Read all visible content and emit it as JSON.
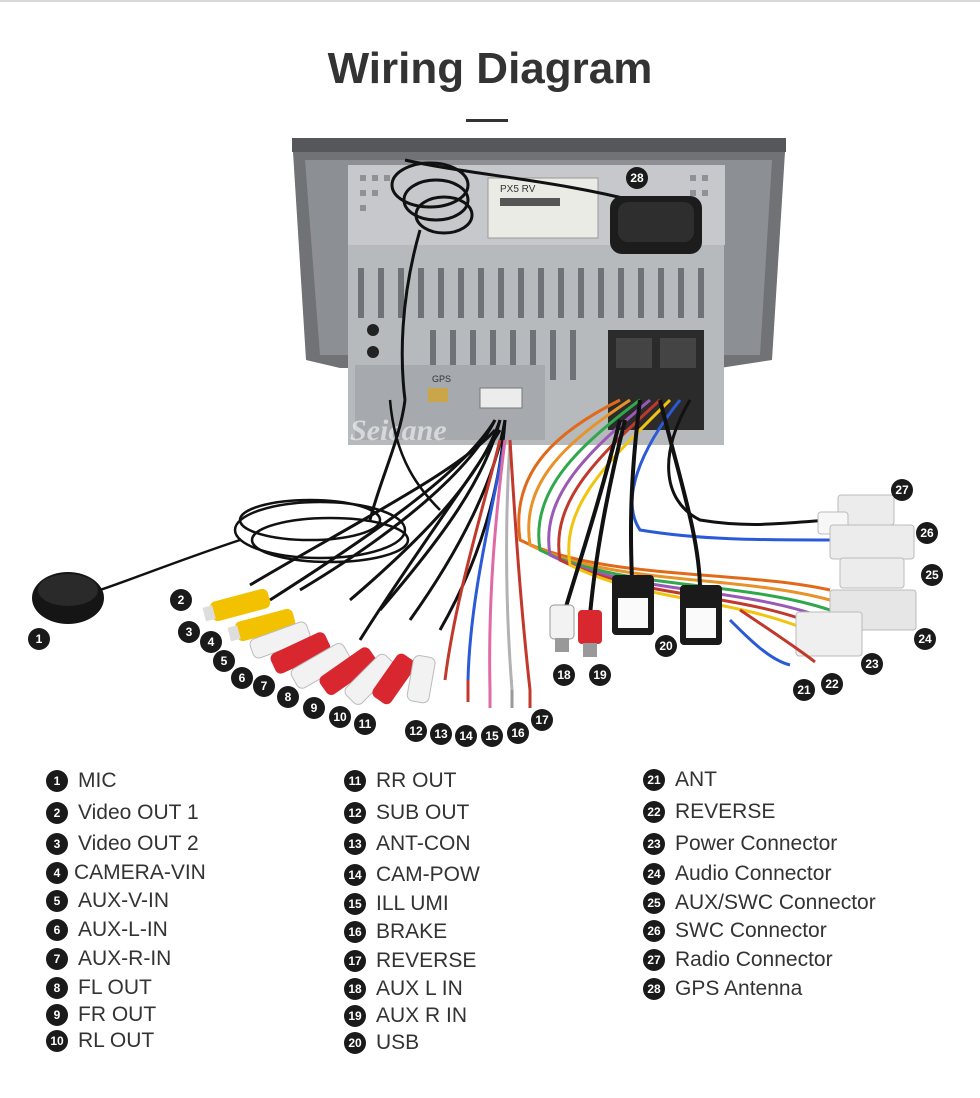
{
  "title": "Wiring Diagram",
  "watermark": "Seicane",
  "unit_labels": {
    "sticker": "PX5 RV",
    "gps_port": "GPS"
  },
  "legend": [
    {
      "num": "1",
      "label": "MIC"
    },
    {
      "num": "2",
      "label": "Video OUT 1"
    },
    {
      "num": "3",
      "label": "Video OUT 2"
    },
    {
      "num": "4",
      "label": "CAMERA-VIN"
    },
    {
      "num": "5",
      "label": "AUX-V-IN"
    },
    {
      "num": "6",
      "label": "AUX-L-IN"
    },
    {
      "num": "7",
      "label": "AUX-R-IN"
    },
    {
      "num": "8",
      "label": "FL OUT"
    },
    {
      "num": "9",
      "label": "FR OUT"
    },
    {
      "num": "10",
      "label": "RL OUT"
    },
    {
      "num": "11",
      "label": "RR OUT"
    },
    {
      "num": "12",
      "label": "SUB OUT"
    },
    {
      "num": "13",
      "label": "ANT-CON"
    },
    {
      "num": "14",
      "label": "CAM-POW"
    },
    {
      "num": "15",
      "label": "ILL UMI"
    },
    {
      "num": "16",
      "label": "BRAKE"
    },
    {
      "num": "17",
      "label": "REVERSE"
    },
    {
      "num": "18",
      "label": "AUX L IN"
    },
    {
      "num": "19",
      "label": "AUX R IN"
    },
    {
      "num": "20",
      "label": "USB"
    },
    {
      "num": "21",
      "label": "ANT"
    },
    {
      "num": "22",
      "label": "REVERSE"
    },
    {
      "num": "23",
      "label": "Power Connector"
    },
    {
      "num": "24",
      "label": "Audio Connector"
    },
    {
      "num": "25",
      "label": "AUX/SWC Connector"
    },
    {
      "num": "26",
      "label": "SWC Connector"
    },
    {
      "num": "27",
      "label": "Radio Connector"
    },
    {
      "num": "28",
      "label": "GPS Antenna"
    }
  ],
  "colors": {
    "rca_yellow": "#f2c200",
    "rca_red": "#d8272e",
    "rca_white": "#f2f2f2",
    "unit_metal": "#b9bcbf",
    "bezel": "#6a6c70",
    "cable": "#111111"
  }
}
